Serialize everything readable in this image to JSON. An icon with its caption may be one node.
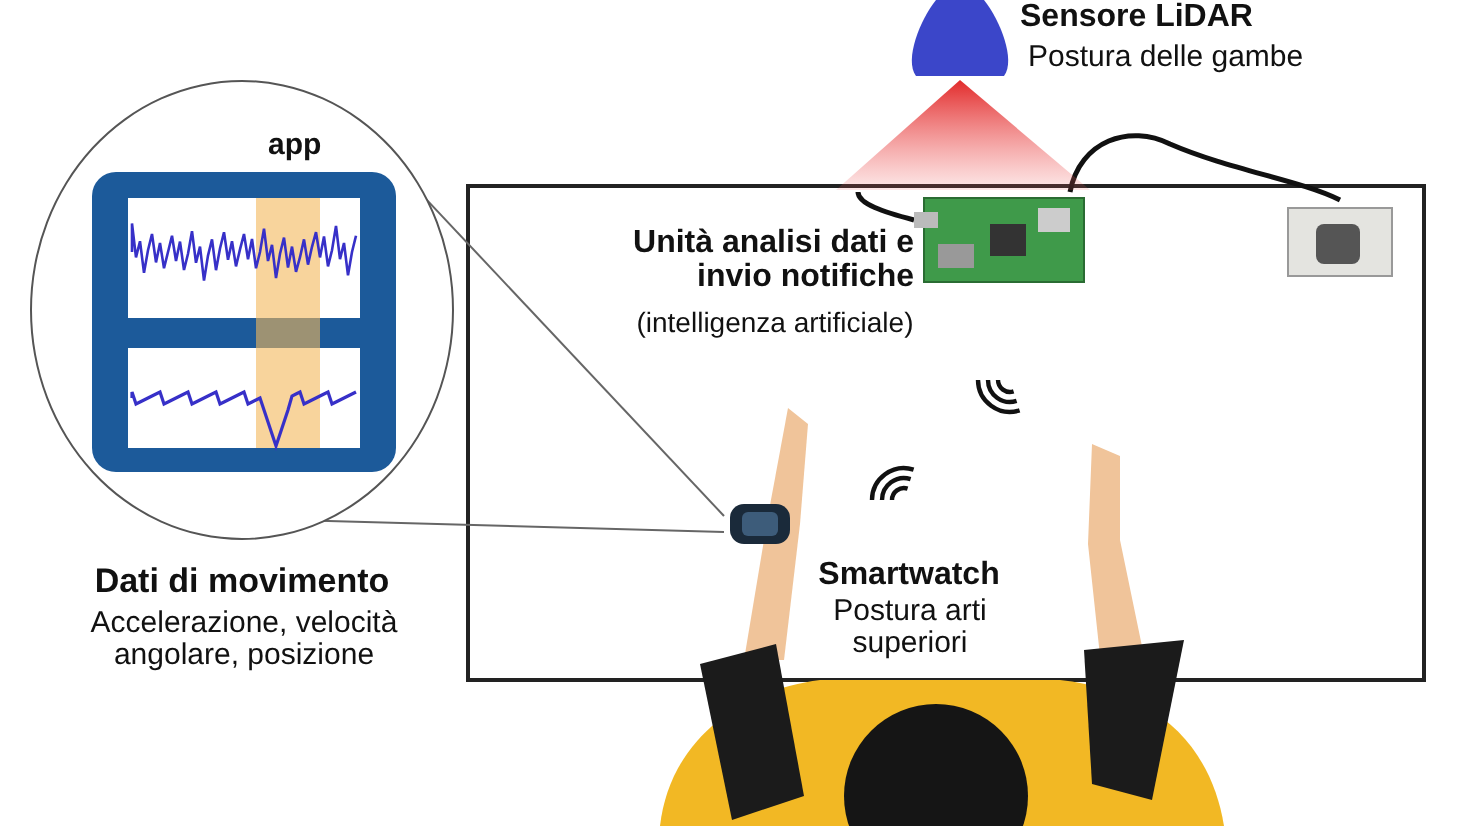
{
  "diagram": {
    "nodes": [
      {
        "text": [
          "Sensore LiDAR",
          "Postura delle gambe"
        ]
      },
      {
        "text": [
          "Unità analisi dati e invio notifiche",
          "(intelligenza artificiale)"
        ]
      },
      {
        "text": [],
        "shape": "picture"
      },
      {
        "text": [
          "app"
        ],
        "beside": [
          "Dati di movimento",
          "Accelerazione, velocità angolare, posizione"
        ]
      },
      {
        "text": [],
        "shape": "picture",
        "beside": [
          "Smartwatch",
          "Postura arti superiori"
        ]
      }
    ],
    "edges": [
      {
        "from": 1,
        "to": 2,
        "arrow": "none",
        "style": "thick"
      },
      {
        "from": 1,
        "to": 0,
        "arrow": "none",
        "style": "thick"
      },
      {
        "from": 3,
        "to": 4,
        "arrow": "none"
      },
      {
        "from": 3,
        "to": 4,
        "arrow": "none"
      }
    ]
  }
}
